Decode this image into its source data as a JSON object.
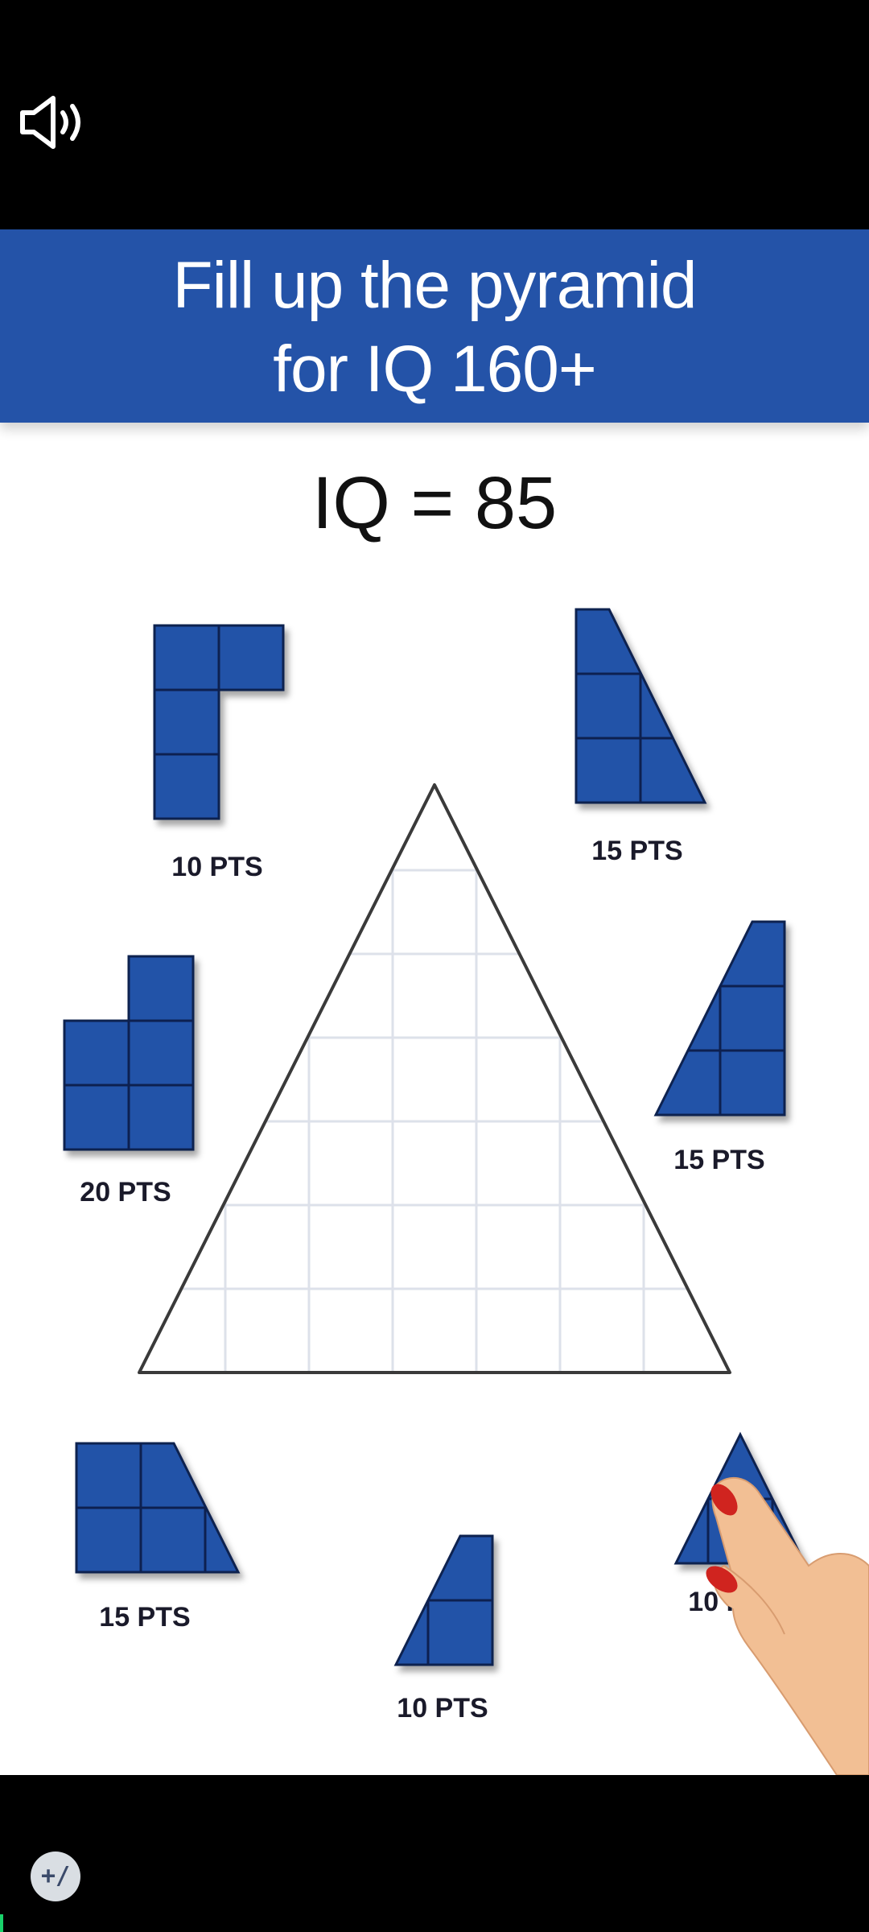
{
  "banner": {
    "line1": "Fill up the pyramid",
    "line2": "for IQ 160+"
  },
  "score_text": "IQ = 85",
  "pieces": [
    {
      "id": "l-shape",
      "points_label": "10 PTS"
    },
    {
      "id": "tall-right-triangle-block",
      "points_label": "15 PTS"
    },
    {
      "id": "step-block",
      "points_label": "20 PTS"
    },
    {
      "id": "tall-left-triangle-block",
      "points_label": "15 PTS"
    },
    {
      "id": "trapezoid-block",
      "points_label": "15 PTS"
    },
    {
      "id": "small-wedge-block",
      "points_label": "10 PTS"
    },
    {
      "id": "small-triangle-block",
      "points_label": "10 PTS"
    }
  ],
  "icons": {
    "mute": "speaker-icon",
    "app_badge": "app-badge-icon",
    "hand": "pointing-hand-icon"
  },
  "app_badge_glyph": "+/",
  "colors": {
    "banner": "#2453a8",
    "piece_fill": "#2453a8",
    "piece_outline": "#0d2050",
    "grid": "#dde1ea",
    "pyramid_outline": "#3a3a3a",
    "hand_skin": "#f2bf94",
    "nail": "#d0241f"
  }
}
